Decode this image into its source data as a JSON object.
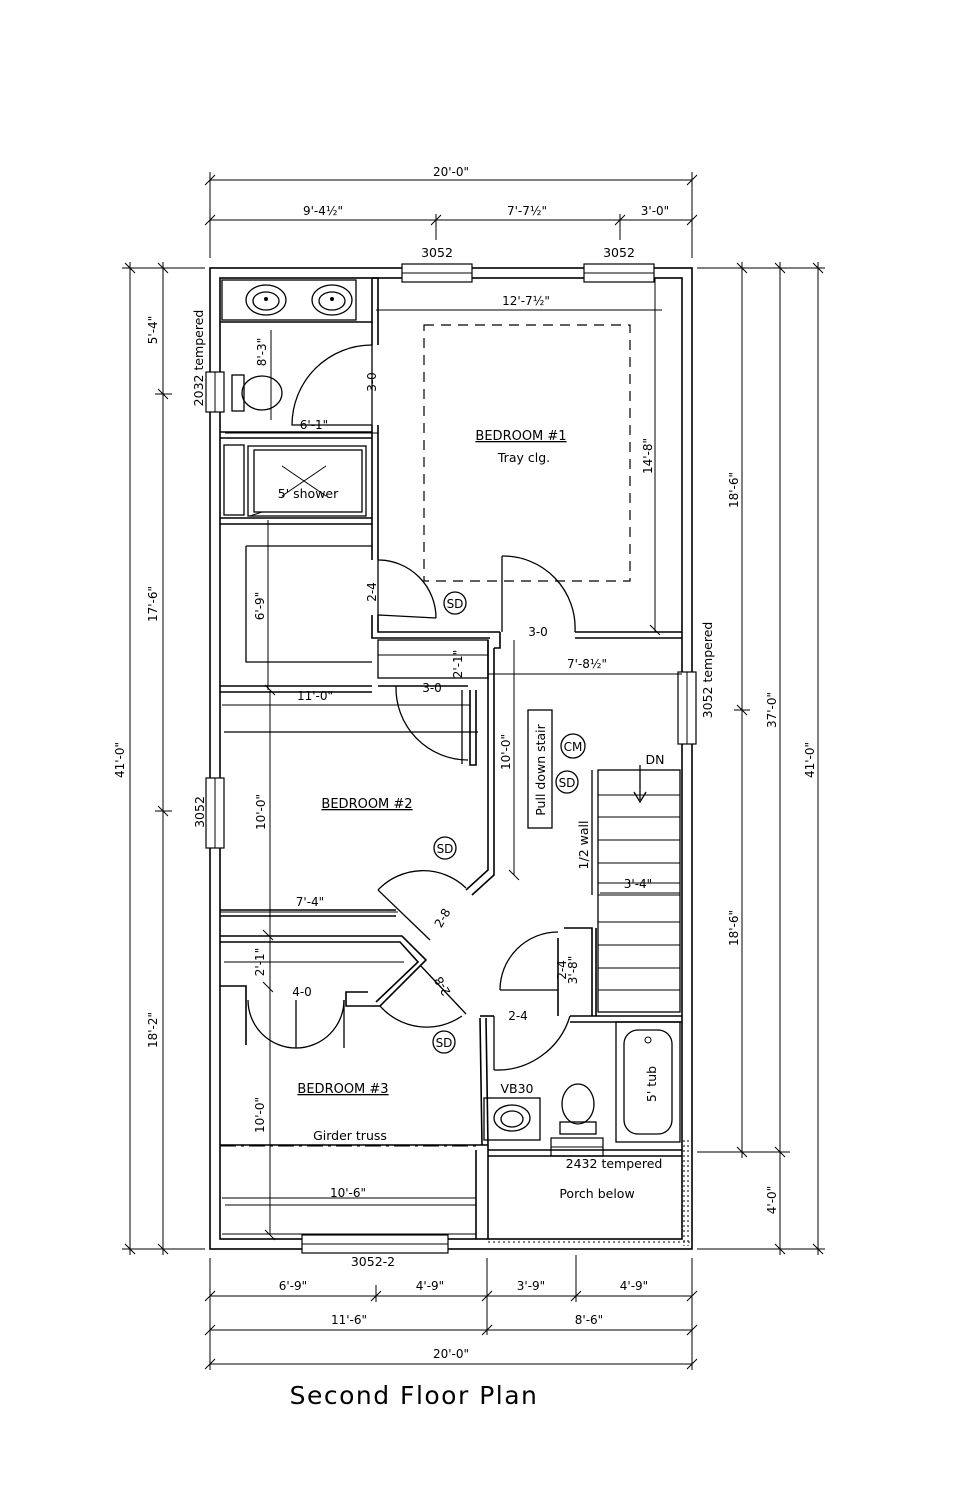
{
  "title": "Second Floor Plan",
  "rooms": {
    "bedroom1": "BEDROOM #1",
    "bedroom1_note": "Tray clg.",
    "bedroom2": "BEDROOM #2",
    "bedroom3": "BEDROOM #3",
    "bedroom3_note": "Girder truss",
    "porch": "Porch below"
  },
  "fixtures": {
    "shower": "5' shower",
    "tub": "5' tub",
    "vanity": "VB30",
    "pull_down_stair": "Pull down stair",
    "half_wall": "1/2 wall",
    "down": "DN",
    "smoke": "SD",
    "co_monitor": "CM"
  },
  "windows": {
    "top_left": "3052",
    "top_right": "3052",
    "bath_left": "2032 tempered",
    "right_mid": "3052 tempered",
    "left_mid": "3052",
    "bottom": "3052-2",
    "porch_tempered": "2432 tempered"
  },
  "doors": {
    "bath1": "3-0",
    "closet1": "2-4",
    "bed1": "3-0",
    "bed2": "3-0",
    "bed2_closet": "2-8",
    "bed3_door": "2-8",
    "bed3_closet": "4-0",
    "bath2": "2-4",
    "linen": "2-4"
  },
  "dims": {
    "top_overall": "20'-0\"",
    "top_a": "9'-4½\"",
    "top_b": "7'-7½\"",
    "top_c": "3'-0\"",
    "bottom_a": "6'-9\"",
    "bottom_b": "4'-9\"",
    "bottom_c": "3'-9\"",
    "bottom_d": "4'-9\"",
    "bottom_e": "11'-6\"",
    "bottom_f": "8'-6\"",
    "bottom_overall": "20'-0\"",
    "left_a": "5'-4\"",
    "left_b": "17'-6\"",
    "left_c": "18'-2\"",
    "left_overall": "41'-0\"",
    "right_a": "18'-6\"",
    "right_b": "18'-6\"",
    "right_c": "4'-0\"",
    "right_d": "37'-0\"",
    "right_overall": "41'-0\"",
    "bed1_w": "12'-7½\"",
    "bed1_h": "14'-8\"",
    "bath_h": "8'-3\"",
    "bath_w": "6'-1\"",
    "closet_h": "6'-9\"",
    "hall_w": "7'-8½\"",
    "hall_h": "10'-0\"",
    "bed2_w": "11'-0\"",
    "bed2_h": "10'-0\"",
    "closet2_w": "7'-4\"",
    "linen_h": "2'-1\"",
    "linen2_h": "2'-1\"",
    "stair_w": "3'-4\"",
    "linen_w": "3'-8\"",
    "bed3_h": "10'-0\"",
    "bed3_w": "10'-6\""
  }
}
